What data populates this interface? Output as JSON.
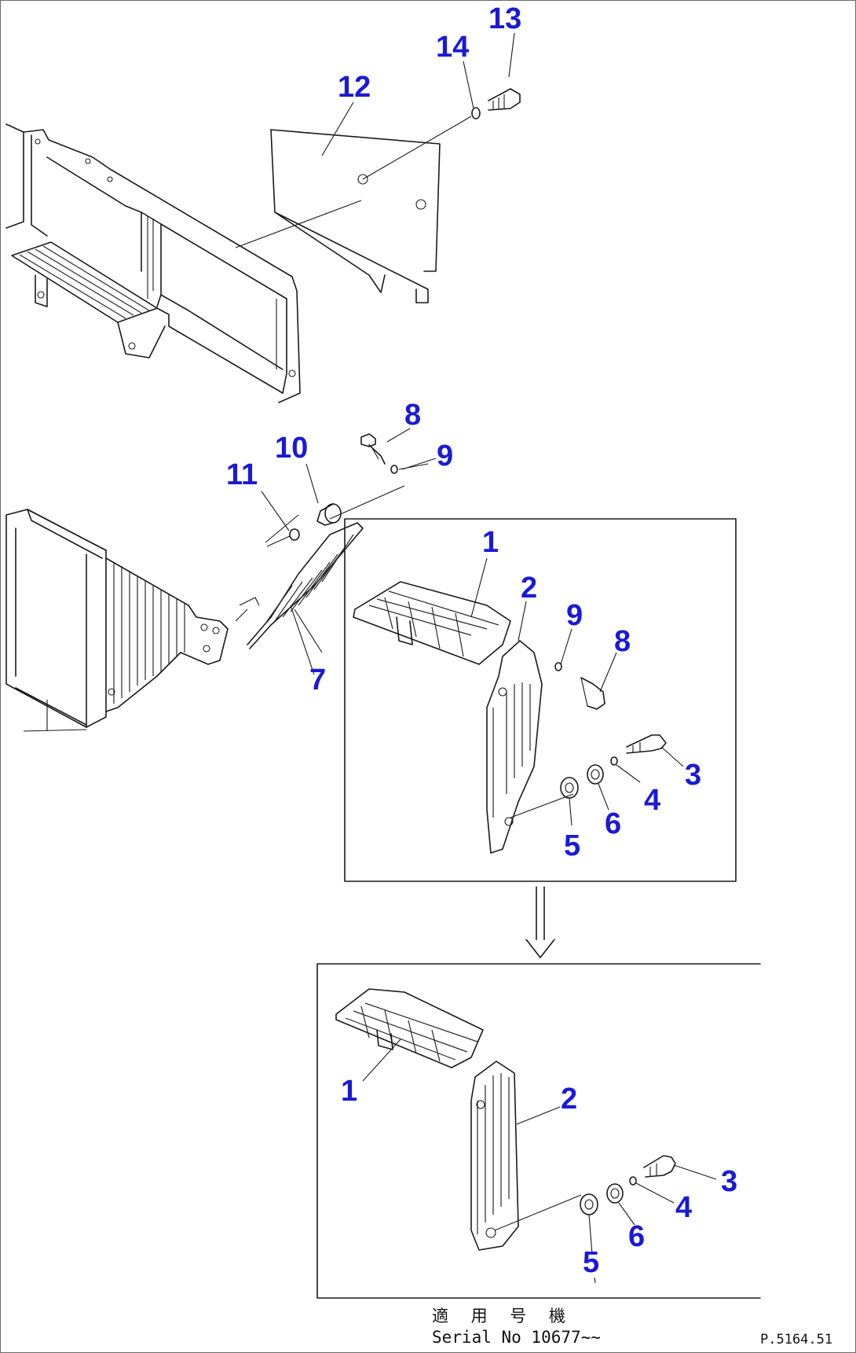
{
  "diagram": {
    "callouts": {
      "c1": "1",
      "c2": "2",
      "c3": "3",
      "c4": "4",
      "c5": "5",
      "c6": "6",
      "c7": "7",
      "c8": "8",
      "c9": "9",
      "c10": "10",
      "c11": "11",
      "c12": "12",
      "c13": "13",
      "c14": "14"
    },
    "callout_color": "#1a1ad6",
    "line_color": "#1a1a1a"
  },
  "footer": {
    "applicability_ja": "適 用 号 機",
    "serial_text": "Serial No 10677~~",
    "drawing_code": "P.5164.51"
  }
}
